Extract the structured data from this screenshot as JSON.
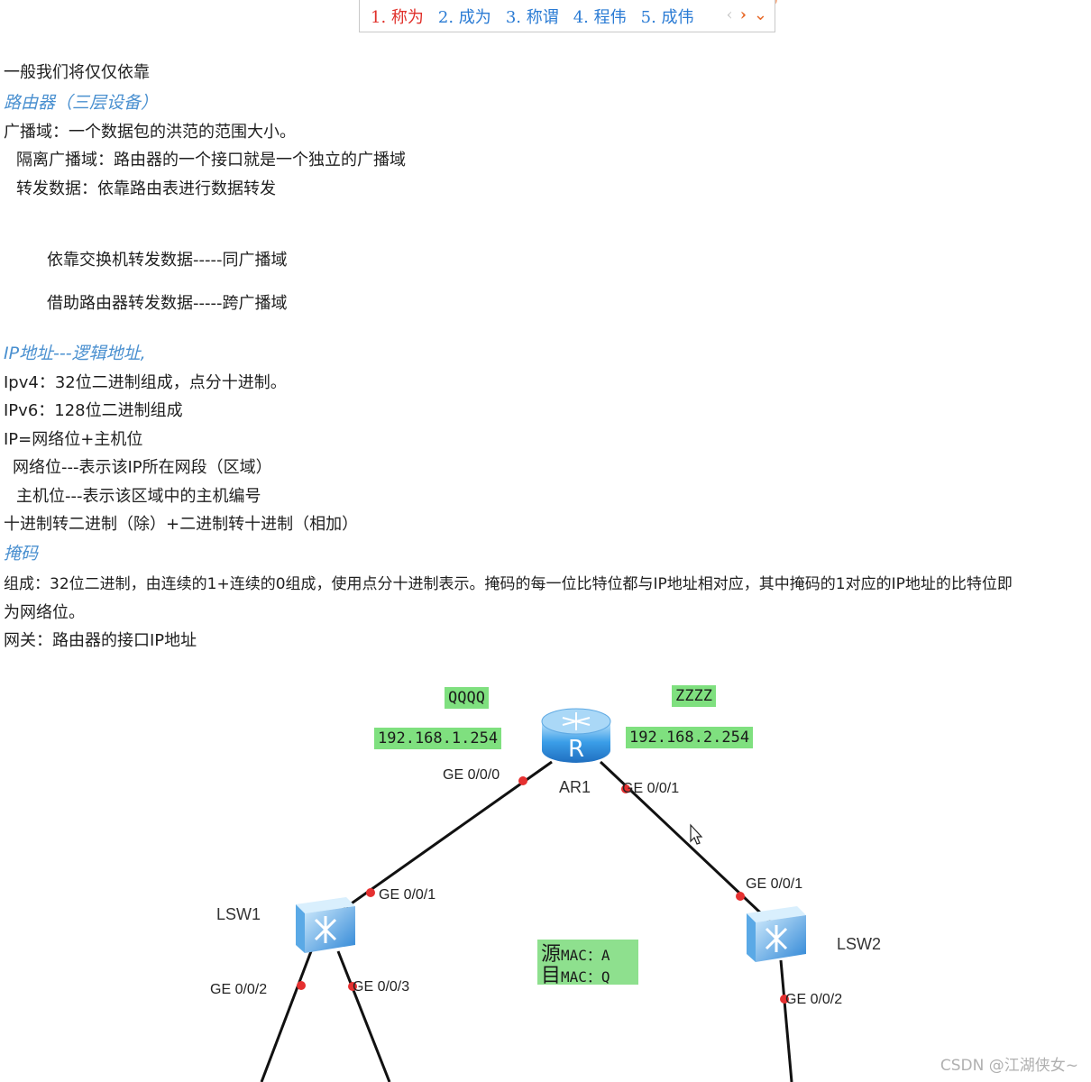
{
  "ime": {
    "candidates": [
      "1. 称为",
      "2. 成为",
      "3. 称谓",
      "4. 程伟",
      "5. 成伟"
    ],
    "prev_icon": "chevron-left-icon",
    "next_icon": "chevron-right-icon",
    "expand_icon": "chevron-down-icon"
  },
  "doc": {
    "l1": "一般我们将仅仅依靠",
    "h1": "路由器（三层设备）",
    "l2": "广播域：一个数据包的洪范的范围大小。",
    "l3": "隔离广播域：路由器的一个接口就是一个独立的广播域",
    "l4": "转发数据：依靠路由表进行数据转发",
    "l5": "依靠交换机转发数据-----同广播域",
    "l6": "借助路由器转发数据-----跨广播域",
    "h2": "IP地址---逻辑地址,",
    "l7": "Ipv4：32位二进制组成，点分十进制。",
    "l8": "IPv6：128位二进制组成",
    "l9": "IP=网络位+主机位",
    "l10": "网络位---表示该IP所在网段（区域）",
    "l11": "主机位---表示该区域中的主机编号",
    "l12": "十进制转二进制（除）+二进制转十进制（相加）",
    "h3": "掩码",
    "l13": "组成：32位二进制，由连续的1+连续的0组成，使用点分十进制表示。掩码的每一位比特位都与IP地址相对应，其中掩码的1对应的IP地址的比特位即",
    "l14": "为网络位。",
    "l15": "网关：路由器的接口IP地址"
  },
  "diagram": {
    "tag_left_name": "QQQQ",
    "tag_right_name": "ZZZZ",
    "tag_left_ip": "192.168.1.254",
    "tag_right_ip": "192.168.2.254",
    "router_name": "AR1",
    "router_letter": "R",
    "lsw1_name": "LSW1",
    "lsw2_name": "LSW2",
    "ports": {
      "ar1_left": "GE 0/0/0",
      "ar1_right": "GE 0/0/1",
      "lsw1_up": "GE 0/0/1",
      "lsw1_down_left": "GE 0/0/2",
      "lsw1_down_right": "GE 0/0/3",
      "lsw2_up": "GE 0/0/1",
      "lsw2_down": "GE 0/0/2"
    },
    "mac": {
      "src_char": "源",
      "src_text": "MAC：A",
      "dst_char": "目",
      "dst_text": "MAC：Q"
    },
    "colors": {
      "tag_green": "#7fe07f",
      "port_dot": "#e53030",
      "device_blue": "#2b8fd8"
    }
  },
  "watermark": "CSDN @江湖侠女~"
}
